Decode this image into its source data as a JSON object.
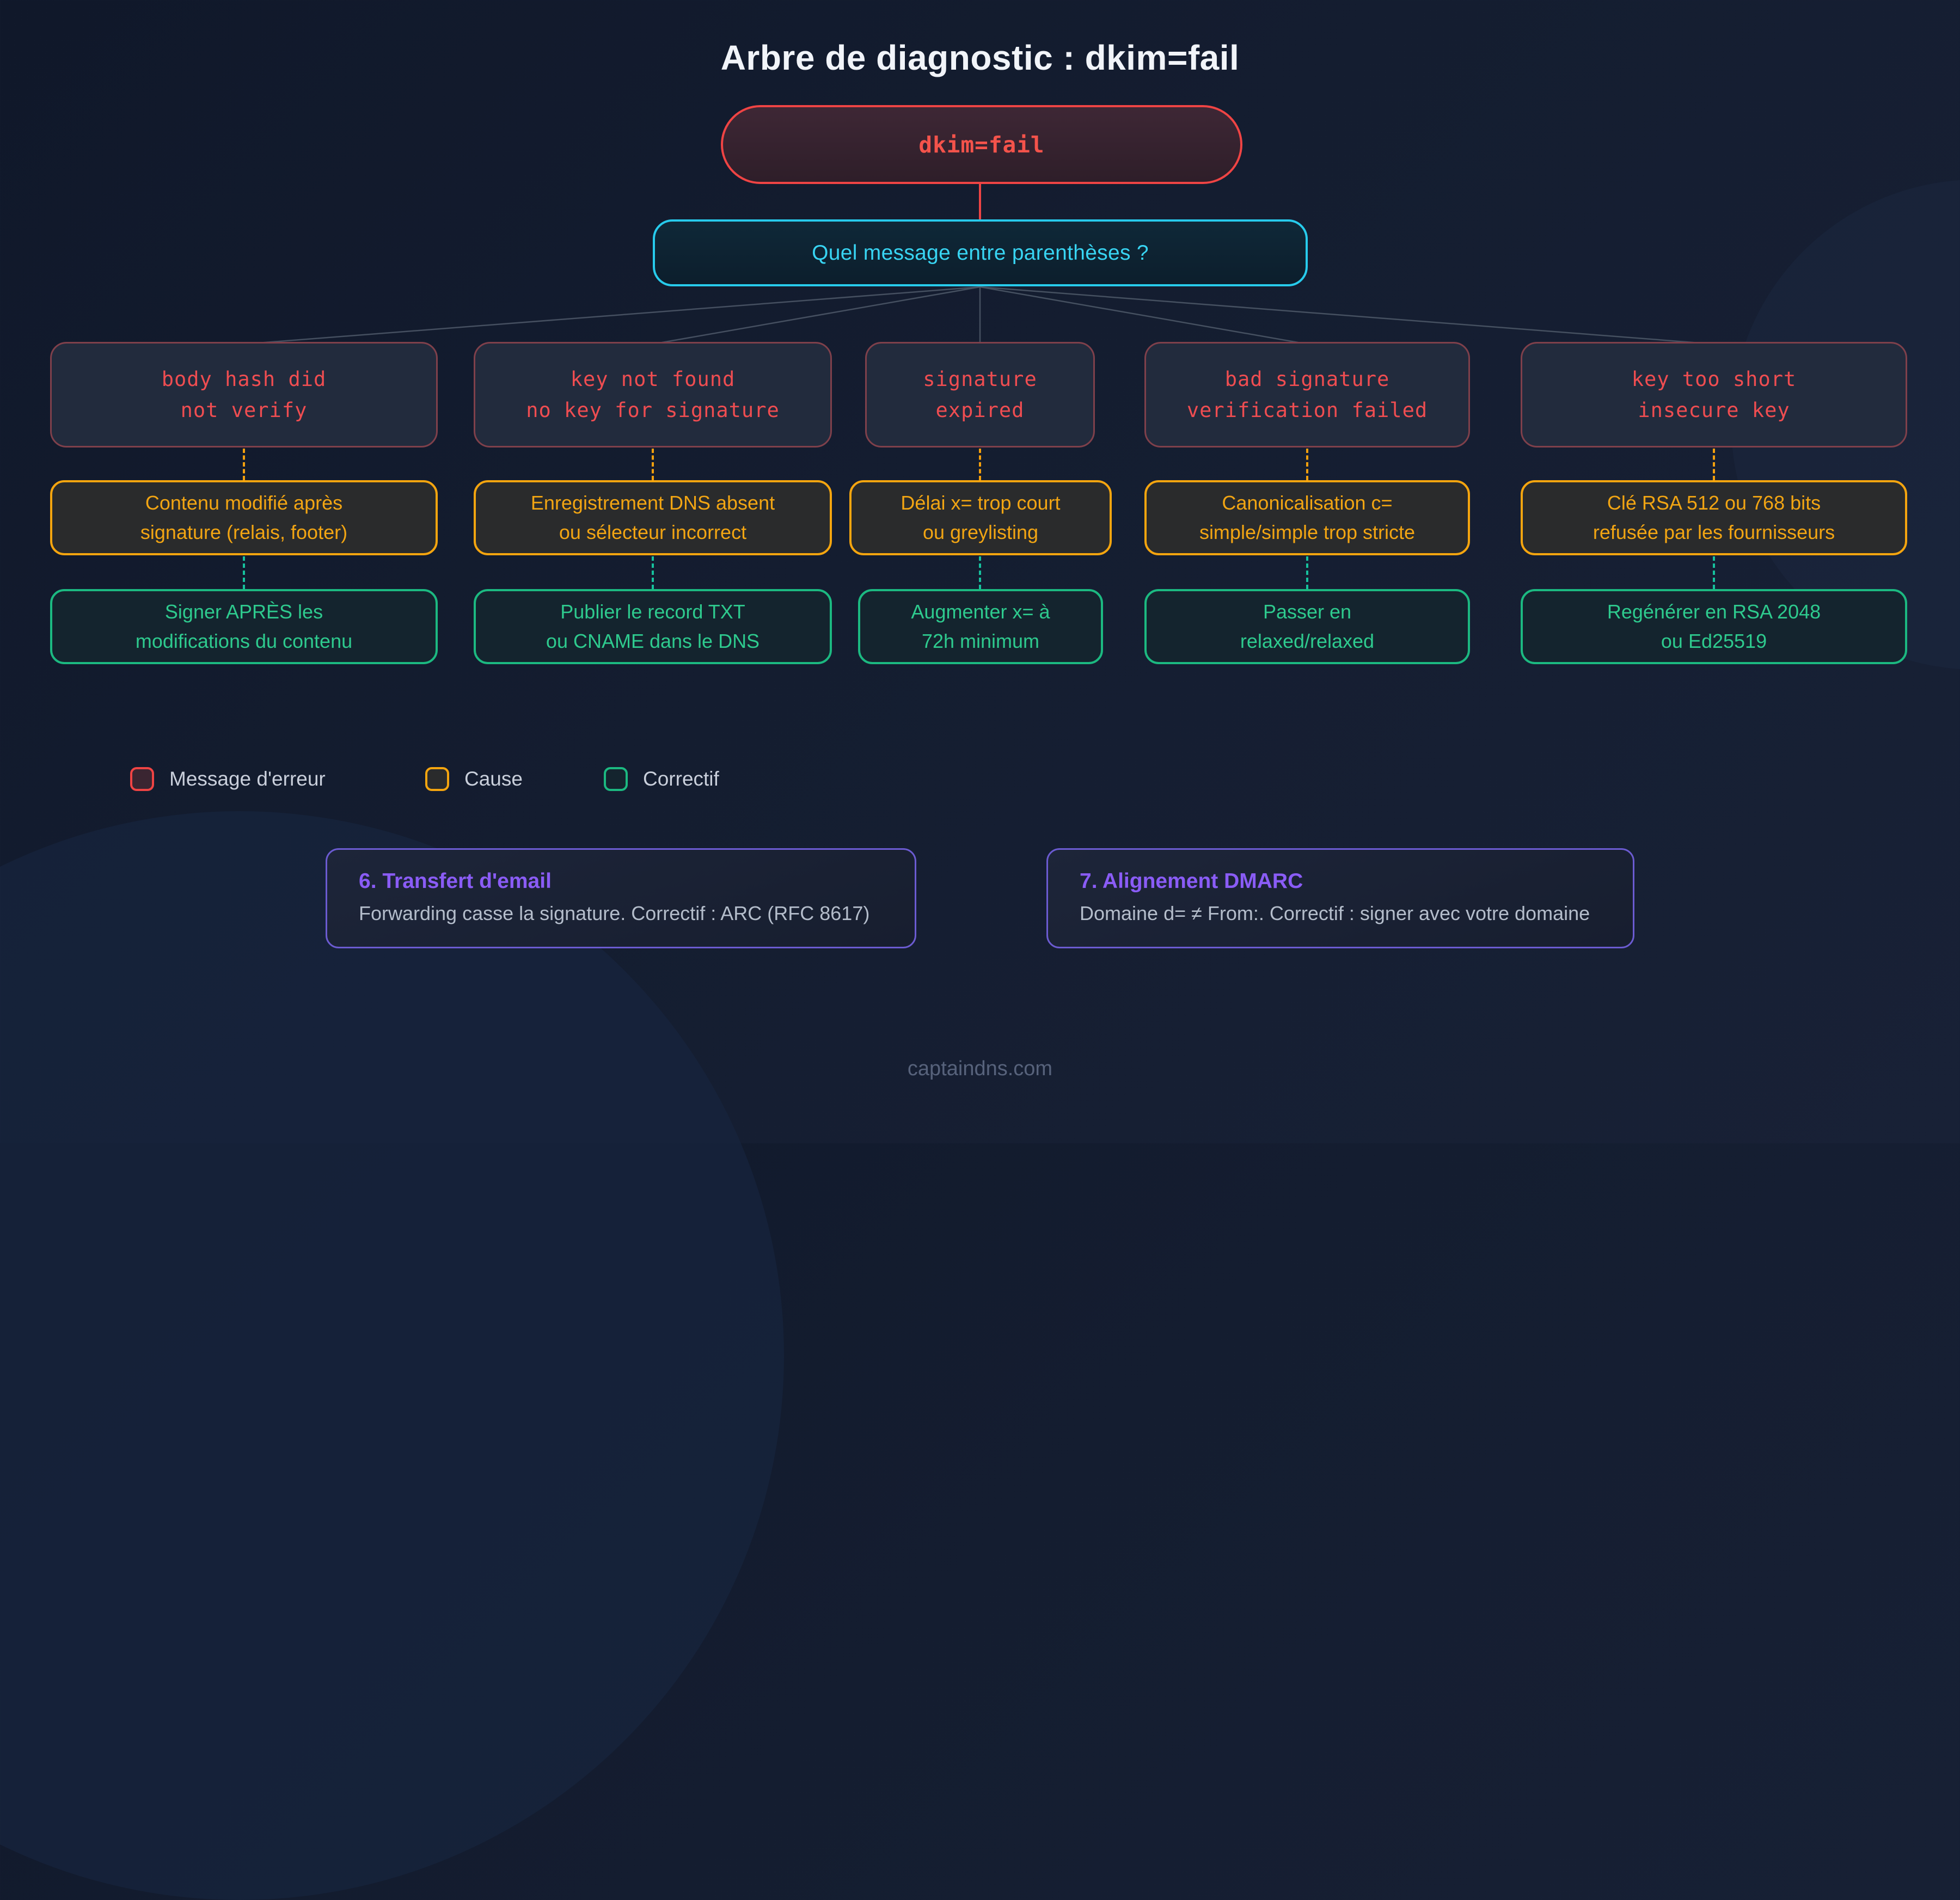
{
  "page": {
    "title": "Arbre de diagnostic : dkim=fail",
    "footer": "captaindns.com"
  },
  "colors": {
    "error_red": "#ef4444",
    "cause_amber": "#f5a50f",
    "fix_green": "#10b981",
    "question_cyan": "#22d3ee",
    "note_purple": "#8b5cf6",
    "background_navy": "#141d30"
  },
  "root_node": {
    "label": "dkim=fail"
  },
  "question_node": {
    "label": "Quel message entre parenthèses ?"
  },
  "tree": {
    "columns": [
      {
        "error": {
          "line1": "body hash did",
          "line2": "not verify"
        },
        "cause": {
          "line1": "Contenu modifié après",
          "line2": "signature (relais, footer)"
        },
        "fix": {
          "line1": "Signer APRÈS les",
          "line2": "modifications du contenu"
        }
      },
      {
        "error": {
          "line1": "key not found",
          "line2": "no key for signature"
        },
        "cause": {
          "line1": "Enregistrement DNS absent",
          "line2": "ou sélecteur incorrect"
        },
        "fix": {
          "line1": "Publier le record TXT",
          "line2": "ou CNAME dans le DNS"
        }
      },
      {
        "error": {
          "line1": "signature",
          "line2": "expired"
        },
        "cause": {
          "line1": "Délai x= trop court",
          "line2": "ou greylisting"
        },
        "fix": {
          "line1": "Augmenter x= à",
          "line2": "72h minimum"
        }
      },
      {
        "error": {
          "line1": "bad signature",
          "line2": "verification failed"
        },
        "cause": {
          "line1": "Canonicalisation c=",
          "line2": "simple/simple trop stricte"
        },
        "fix": {
          "line1": "Passer en",
          "line2": "relaxed/relaxed"
        }
      },
      {
        "error": {
          "line1": "key too short",
          "line2": "insecure key"
        },
        "cause": {
          "line1": "Clé RSA 512 ou 768 bits",
          "line2": "refusée par les fournisseurs"
        },
        "fix": {
          "line1": "Regénérer en RSA 2048",
          "line2": "ou Ed25519"
        }
      }
    ]
  },
  "legend": {
    "items": [
      {
        "label": "Message d'erreur",
        "type": "error"
      },
      {
        "label": "Cause",
        "type": "cause"
      },
      {
        "label": "Correctif",
        "type": "fix"
      }
    ]
  },
  "notes": [
    {
      "title": "6. Transfert d'email",
      "body": "Forwarding casse la signature. Correctif : ARC (RFC 8617)"
    },
    {
      "title": "7. Alignement DMARC",
      "body": "Domaine d= ≠ From:. Correctif : signer avec votre domaine"
    }
  ]
}
